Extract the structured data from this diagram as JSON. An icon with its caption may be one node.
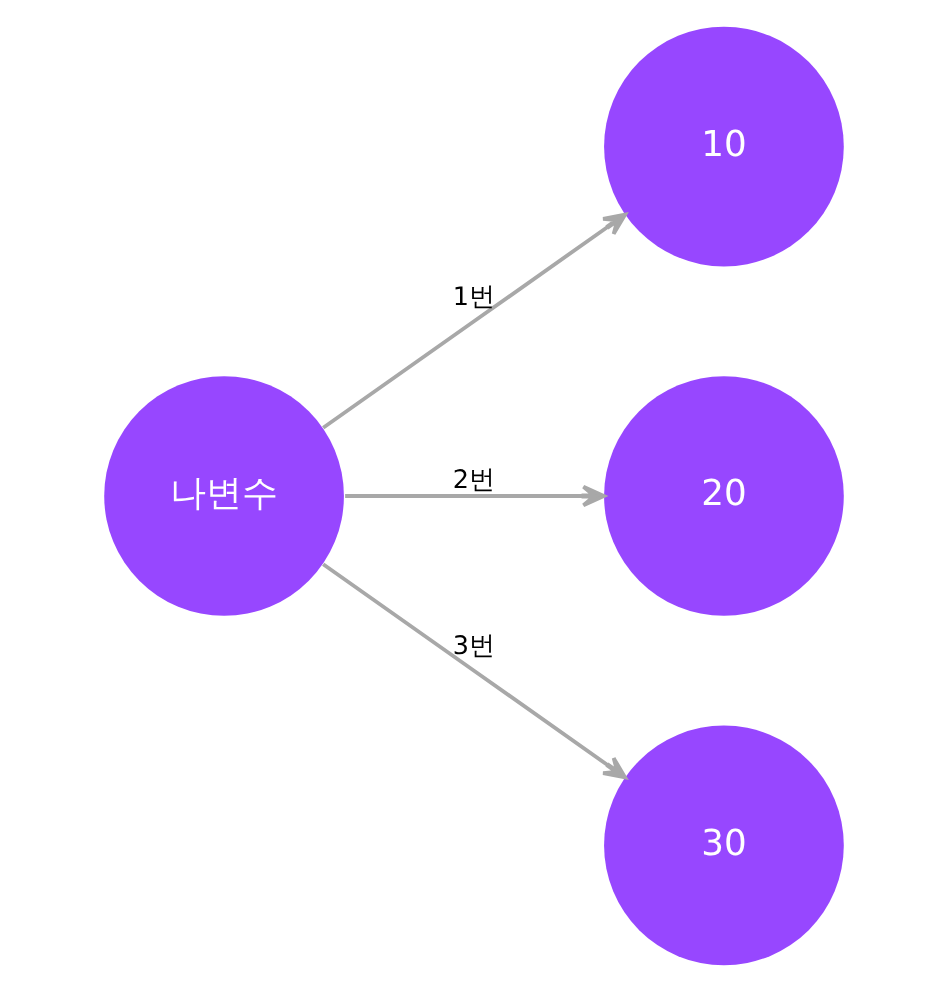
{
  "diagram": {
    "nodes": [
      {
        "text": [
          "나변수"
        ]
      },
      {
        "text": [
          "10"
        ]
      },
      {
        "text": [
          "20"
        ]
      },
      {
        "text": [
          "30"
        ]
      }
    ],
    "edges": [
      {
        "from": 0,
        "to": 1,
        "arrow": "to",
        "label": "1번"
      },
      {
        "from": 0,
        "to": 2,
        "arrow": "to",
        "label": "2번"
      },
      {
        "from": 0,
        "to": 3,
        "arrow": "to",
        "label": "3번"
      }
    ]
  }
}
